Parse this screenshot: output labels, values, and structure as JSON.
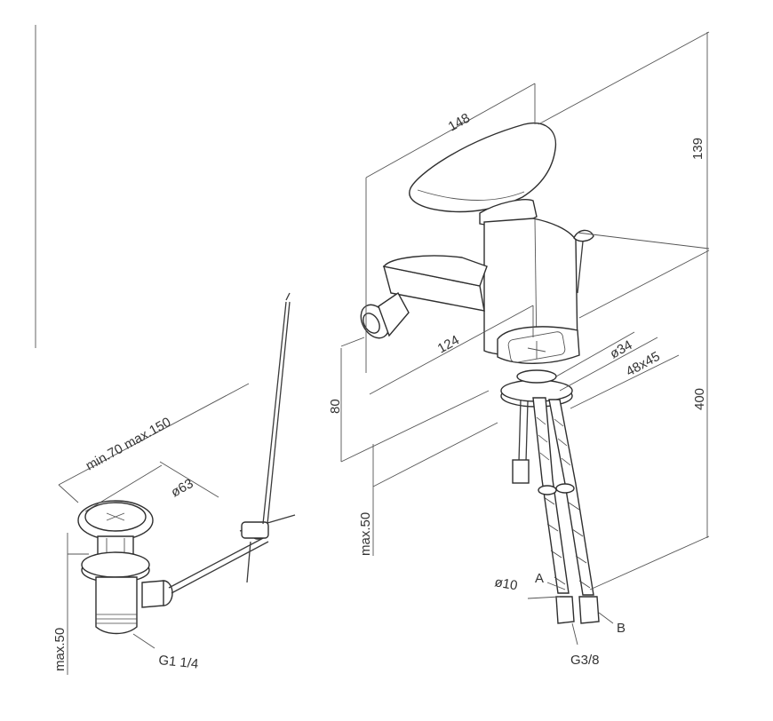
{
  "dimensions": {
    "d148": "148",
    "d139": "139",
    "d124": "124",
    "d34": "ø34",
    "d48x45": "48x45",
    "d80": "80",
    "d400": "400",
    "dmax50_right": "max.50",
    "d10": "ø10",
    "labelA": "A",
    "labelB": "B",
    "thread_g38": "G3/8",
    "d_min_max": "min.70 max.150",
    "d63": "ø63",
    "dmax50_left": "max.50",
    "thread_g114": "G1 1/4"
  }
}
